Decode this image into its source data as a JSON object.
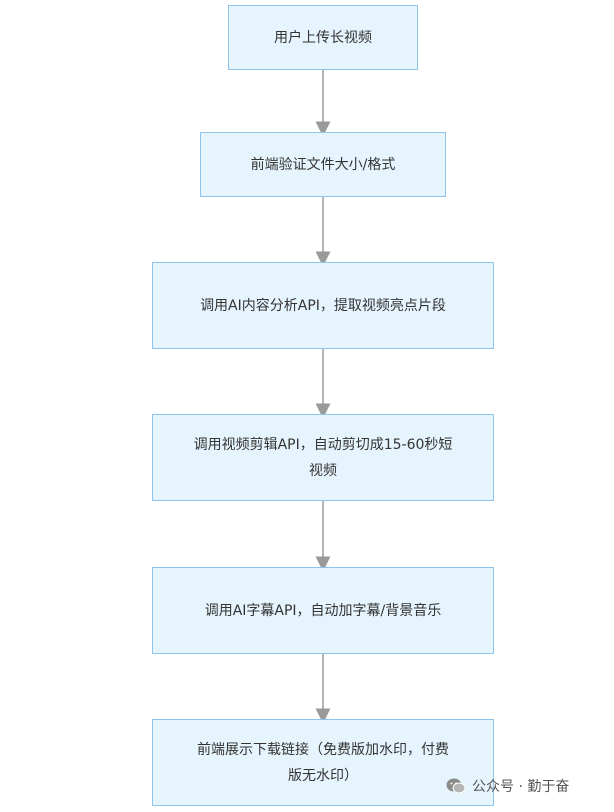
{
  "nodes": [
    {
      "text": "用户上传长视频"
    },
    {
      "text": "前端验证文件大小/格式"
    },
    {
      "text": "调用AI内容分析API，提取视频亮点片段"
    },
    {
      "text": "调用视频剪辑API，自动剪切成15-60秒短视频"
    },
    {
      "text": "调用AI字幕API，自动加字幕/背景音乐"
    },
    {
      "text": "前端展示下载链接（免费版加水印，付费版无水印）"
    }
  ],
  "watermark": {
    "text": "公众号 · 勤于奋"
  },
  "colors": {
    "node_fill": "#e6f4fd",
    "node_border": "#8ec5ec",
    "arrow": "#9a9a9a",
    "text": "#333333"
  }
}
